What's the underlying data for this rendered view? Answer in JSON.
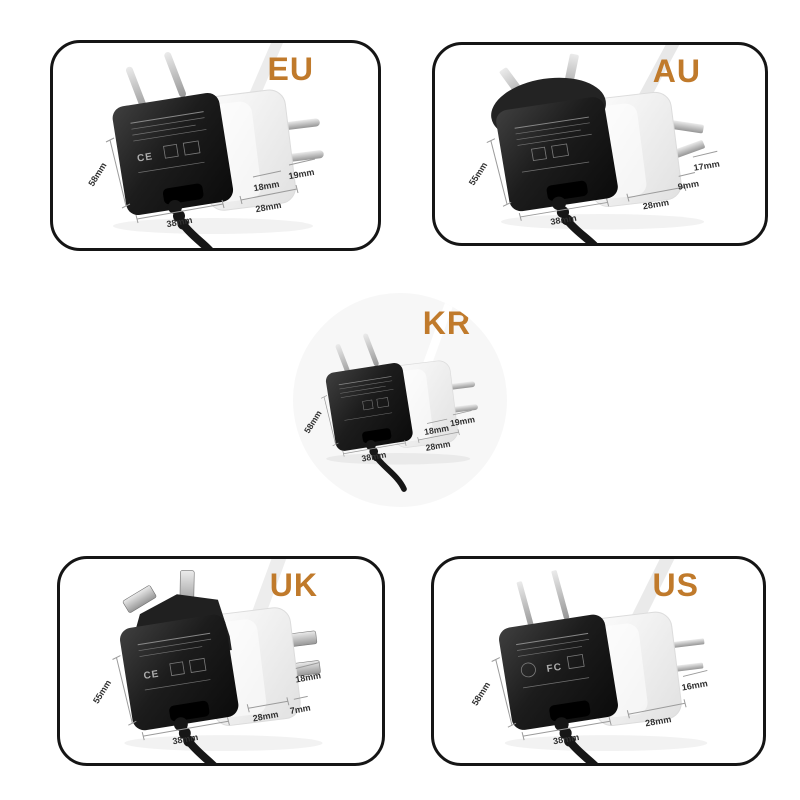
{
  "image": {
    "background": "#ffffff",
    "accent_color": "#c07a2b",
    "panel_border_color": "#151515",
    "kr_circle_color": "#f7f7f7"
  },
  "panels": {
    "eu": {
      "label": "EU",
      "cert_mark": "CE",
      "dims": {
        "height": "58mm",
        "black_width": "38mm",
        "white_width": "28mm",
        "extra1": "18mm",
        "extra2": "19mm"
      }
    },
    "au": {
      "label": "AU",
      "cert_mark": "",
      "dims": {
        "height": "55mm",
        "black_width": "38mm",
        "white_width": "28mm",
        "extra1": "9mm",
        "extra2": "17mm"
      }
    },
    "kr": {
      "label": "KR",
      "cert_mark": "",
      "dims": {
        "height": "58mm",
        "black_width": "38mm",
        "white_width": "28mm",
        "extra1": "18mm",
        "extra2": "19mm"
      }
    },
    "uk": {
      "label": "UK",
      "cert_mark": "CE",
      "dims": {
        "height": "55mm",
        "black_width": "38mm",
        "white_width": "28mm",
        "extra1": "7mm",
        "extra2": "18mm"
      }
    },
    "us": {
      "label": "US",
      "cert_mark": "FC",
      "dims": {
        "height": "58mm",
        "black_width": "38mm",
        "white_width": "28mm",
        "extra1": "16mm"
      }
    }
  }
}
